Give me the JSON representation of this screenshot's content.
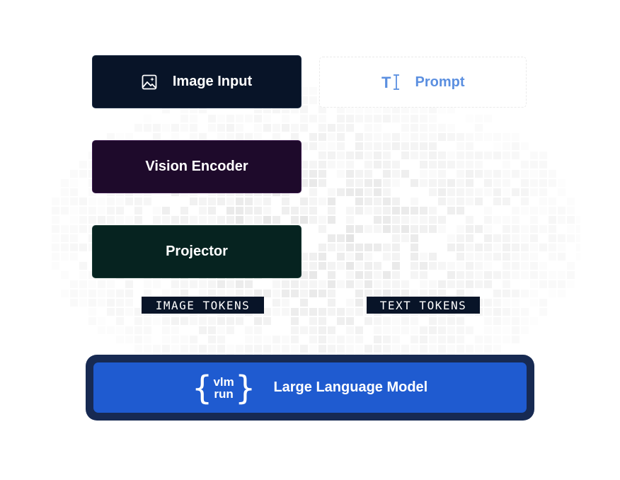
{
  "nodes": {
    "image_input": {
      "label": "Image Input",
      "icon": "image-sparkle-icon"
    },
    "prompt": {
      "label": "Prompt",
      "icon": "text-cursor-icon",
      "icon_glyph": "T"
    },
    "vision_encoder": {
      "label": "Vision Encoder"
    },
    "projector": {
      "label": "Projector"
    }
  },
  "tags": {
    "image_tokens": "IMAGE TOKENS",
    "text_tokens": "TEXT TOKENS"
  },
  "llm": {
    "label": "Large Language Model",
    "logo_line1": "vlm",
    "logo_line2": "run",
    "logo_open": "{",
    "logo_close": "}"
  },
  "colors": {
    "image_input_bg": "#081428",
    "vision_encoder_bg": "#1e0a2b",
    "projector_bg": "#062320",
    "prompt_text": "#5b8fe0",
    "tag_bg": "#081428",
    "llm_outer": "#172a52",
    "llm_inner": "#1f5bd0"
  }
}
